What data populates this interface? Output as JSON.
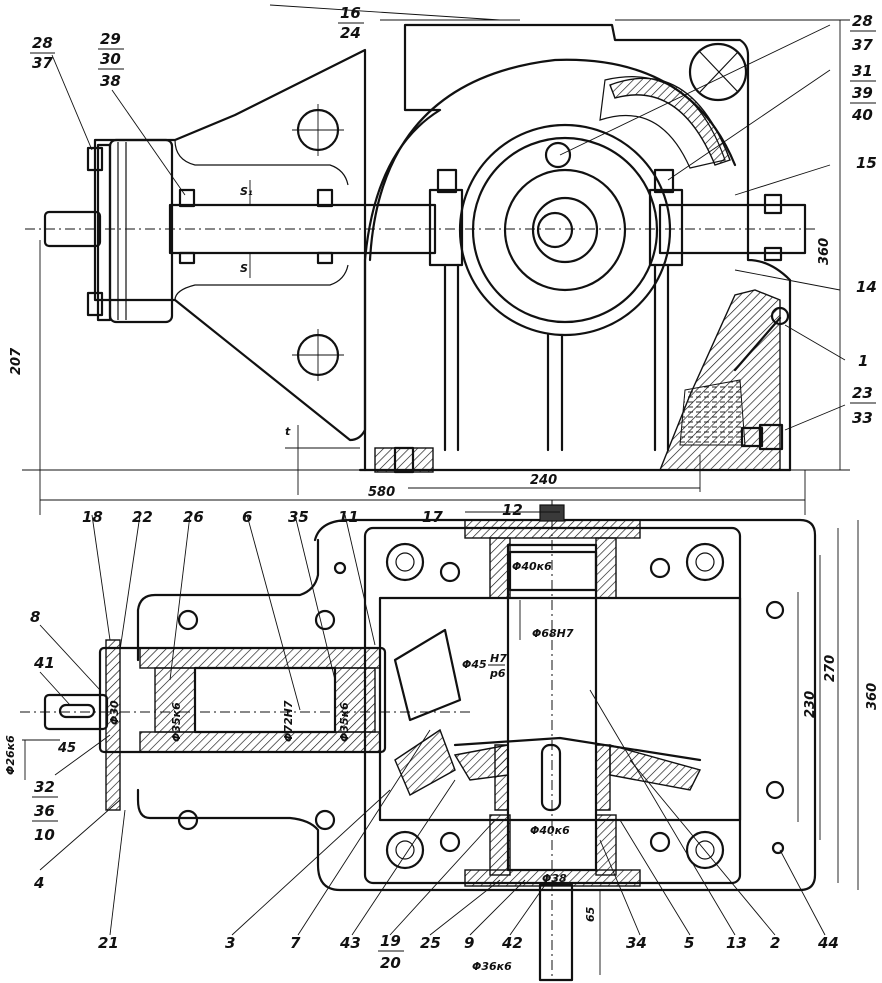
{
  "callouts": {
    "c28a": "28",
    "c37a": "37",
    "c29": "29",
    "c30": "30",
    "c38": "38",
    "c16": "16",
    "c24": "24",
    "c28b": "28",
    "c37b": "37",
    "c31": "31",
    "c39": "39",
    "c40": "40",
    "c15": "15",
    "c14": "14",
    "c1": "1",
    "c23": "23",
    "c33": "33",
    "c18": "18",
    "c22": "22",
    "c26": "26",
    "c6": "6",
    "c35": "35",
    "c11": "11",
    "c17": "17",
    "c12": "12",
    "c8": "8",
    "c41": "41",
    "c32": "32",
    "c36": "36",
    "c10": "10",
    "c4": "4",
    "c21": "21",
    "c3": "3",
    "c7": "7",
    "c43": "43",
    "c19": "19",
    "c20": "20",
    "c25": "25",
    "c9": "9",
    "c42": "42",
    "c34": "34",
    "c5": "5",
    "c13": "13",
    "c2": "2",
    "c44": "44"
  },
  "dimensions": {
    "s1": "S₁",
    "s": "S",
    "t": "t",
    "d360_top": "360",
    "d207": "207",
    "d580": "580",
    "d240": "240",
    "d40k6_top": "Φ40к6",
    "d68H7": "Φ68Н7",
    "d45_main": "Φ45",
    "d45_num": "Н7",
    "d45_den": "р6",
    "d30": "Φ30",
    "d35k6_a": "Φ35к6",
    "d72H7": "Φ72Н7",
    "d35k6_b": "Φ35к6",
    "d26k6": "Φ26к6",
    "d45_len": "45",
    "d40k6_bot": "Φ40к6",
    "d38": "Φ38",
    "d36k6": "Φ36к6",
    "d65": "65",
    "d230": "230",
    "d270": "270",
    "d360_right": "360"
  }
}
